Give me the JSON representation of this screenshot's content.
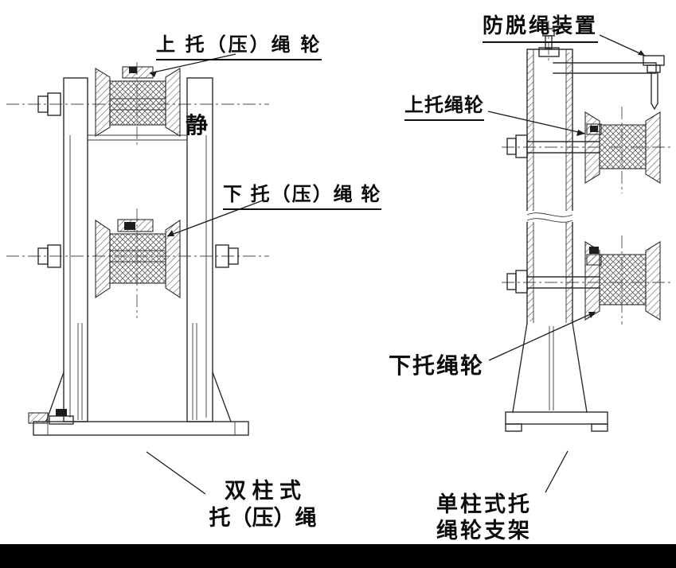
{
  "page": {
    "background_color": "#ffffff",
    "footer_bar_color": "#000000",
    "line_color": "#2e2e2e"
  },
  "annotations": {
    "upper_press_pulley": "上 托（压）绳 轮",
    "anti_rope_escape_device": "防脱绳装置",
    "static_char": "静",
    "upper_support_pulley": "上托绳轮",
    "lower_press_pulley": "下 托（压）绳 轮",
    "lower_support_pulley": "下托绳轮"
  },
  "captions": {
    "double_column_line1": "双 柱 式",
    "double_column_line2": "托（压）绳",
    "single_column_line1": "单柱式托",
    "single_column_line2": "绳轮支架"
  }
}
